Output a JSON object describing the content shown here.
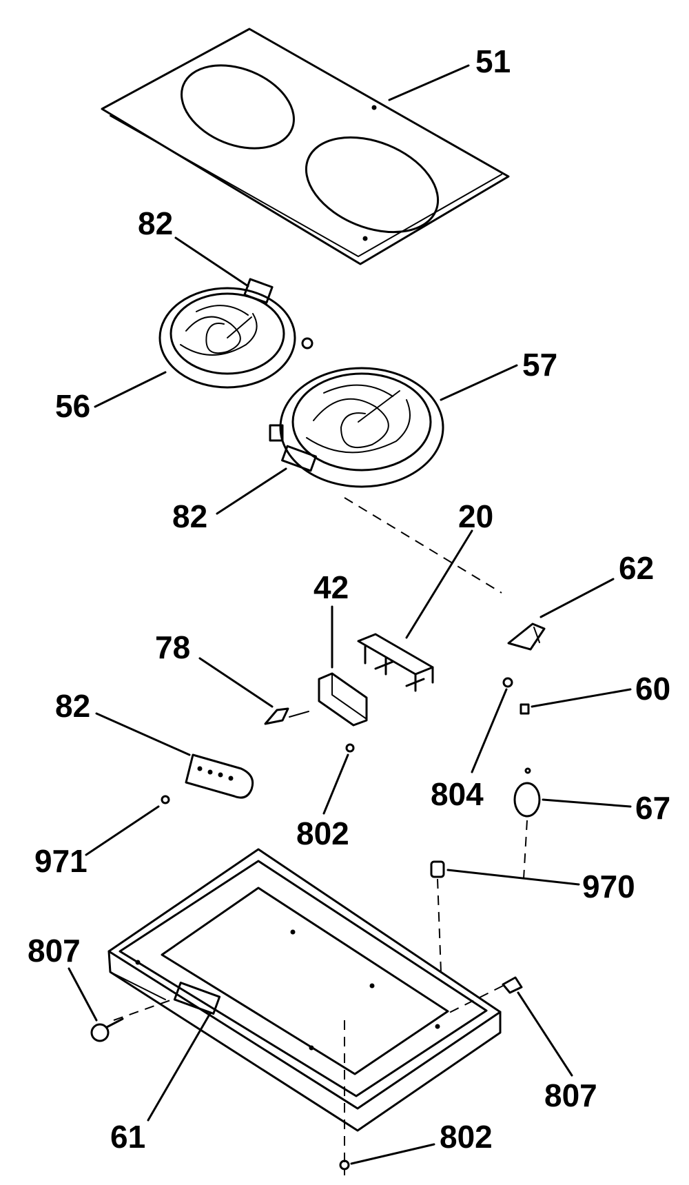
{
  "labels": {
    "p51": "51",
    "p82a": "82",
    "p56": "56",
    "p57": "57",
    "p82b": "82",
    "p20": "20",
    "p42": "42",
    "p62": "62",
    "p78": "78",
    "p60": "60",
    "p82c": "82",
    "p804": "804",
    "p67": "67",
    "p802a": "802",
    "p971": "971",
    "p970": "970",
    "p807a": "807",
    "p807b": "807",
    "p61": "61",
    "p802b": "802"
  }
}
